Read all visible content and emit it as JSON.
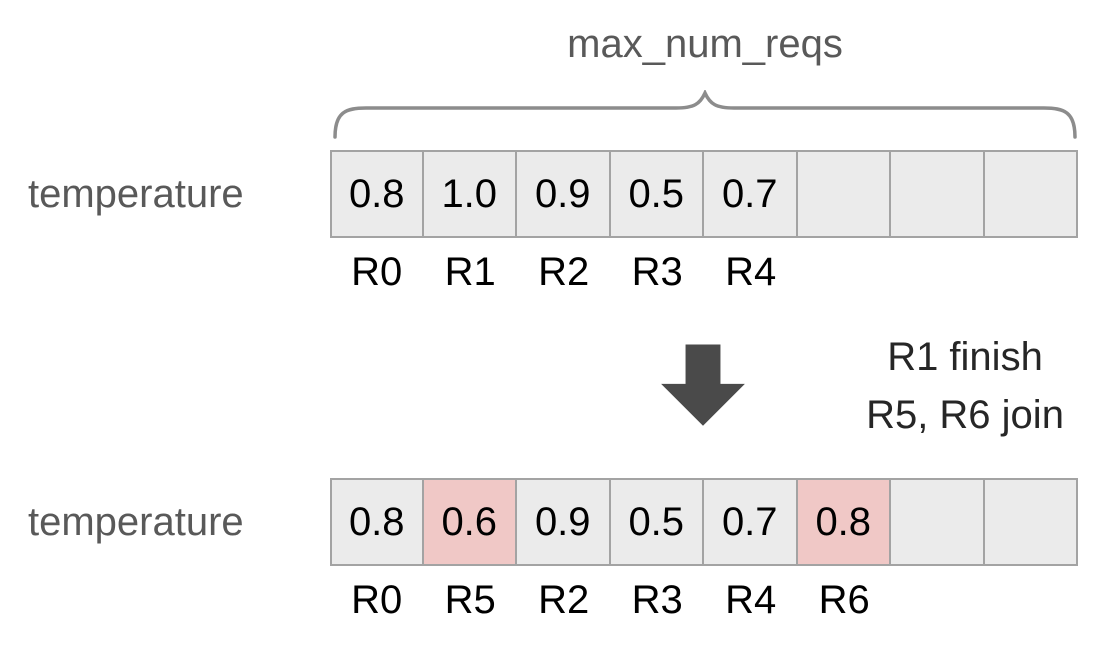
{
  "brace_label": "max_num_reqs",
  "row_label_top": "temperature",
  "row_label_bottom": "temperature",
  "arrow_caption": {
    "line1": "R1 finish",
    "line2": "R5, R6 join"
  },
  "top_array": {
    "values": [
      "0.8",
      "1.0",
      "0.9",
      "0.5",
      "0.7",
      "",
      "",
      ""
    ],
    "highlight_indices": [],
    "req_labels": [
      "R0",
      "R1",
      "R2",
      "R3",
      "R4"
    ]
  },
  "bottom_array": {
    "values": [
      "0.8",
      "0.6",
      "0.9",
      "0.5",
      "0.7",
      "0.8",
      "",
      ""
    ],
    "highlight_indices": [
      1,
      5
    ],
    "req_labels": [
      "R0",
      "R5",
      "R2",
      "R3",
      "R4",
      "R6"
    ]
  },
  "colors": {
    "cell_bg": "#ebebeb",
    "cell_highlight_bg": "#f0c8c6",
    "cell_border": "#a3a3a3",
    "label_gray": "#595959",
    "arrow_color": "#4a4a4a",
    "brace_color": "#8c8c8c",
    "value_color": "#000000",
    "caption_color": "#262626"
  }
}
